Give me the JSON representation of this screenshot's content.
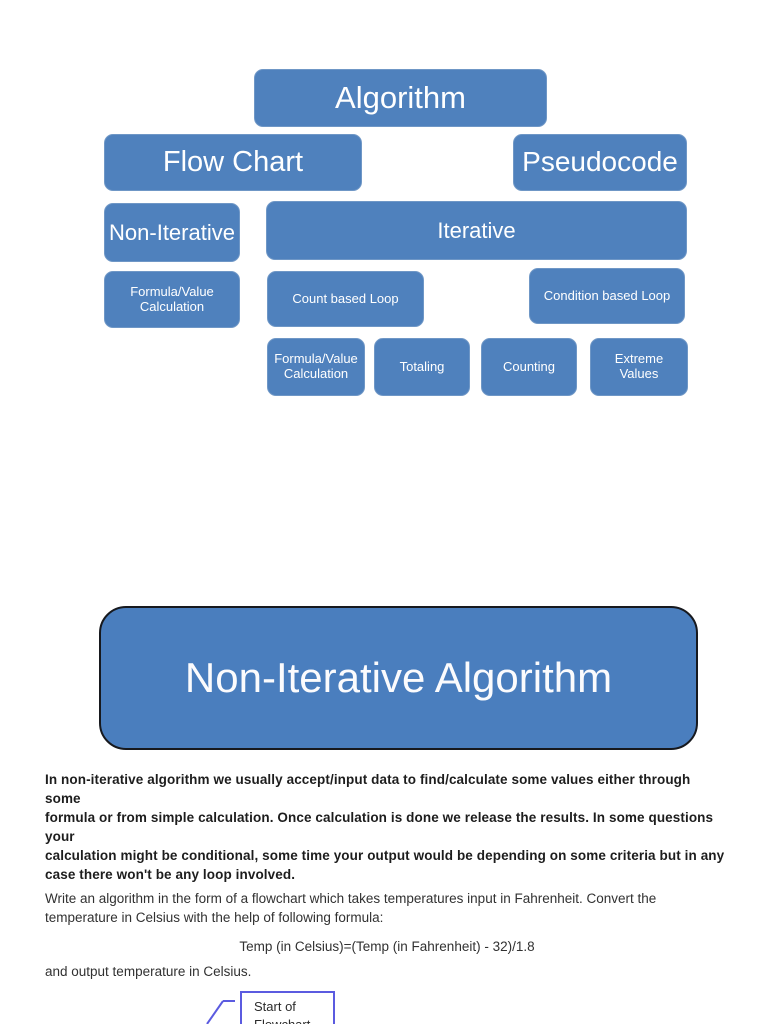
{
  "colors": {
    "box_blue": "#4f81bd",
    "box_border": "#6f97c6",
    "hero_fill": "#4a7ebe",
    "hero_border": "#17191e",
    "flowchart_border": "#5b5be0"
  },
  "diagram": {
    "boxes": {
      "algorithm": {
        "label": "Algorithm"
      },
      "flow_chart": {
        "label": "Flow Chart"
      },
      "pseudocode": {
        "label": "Pseudocode"
      },
      "non_iterative": {
        "label": "Non-Iterative"
      },
      "iterative": {
        "label": "Iterative"
      },
      "formula_value_1": {
        "label": "Formula/Value Calculation"
      },
      "count_based_loop": {
        "label": "Count based Loop"
      },
      "condition_based_loop": {
        "label": "Condition based Loop"
      },
      "formula_value_2": {
        "label": "Formula/Value Calculation"
      },
      "totaling": {
        "label": "Totaling"
      },
      "counting": {
        "label": "Counting"
      },
      "extreme_values": {
        "label": "Extreme Values"
      }
    }
  },
  "hero": {
    "title": "Non-Iterative Algorithm"
  },
  "body": {
    "p1_lines": [
      "In non-iterative algorithm we usually accept/input data to find/calculate some values either through some",
      "formula or from simple calculation. Once calculation is done we release the results. In some questions your",
      "calculation might be conditional, some time your output would be depending on some criteria but in any",
      "case there won't be any loop involved."
    ],
    "p2_lines": [
      "Write an algorithm in the form of a flowchart which takes temperatures input in Fahrenheit. Convert the",
      "temperature in Celsius with the help of following formula:"
    ],
    "formula": "Temp (in Celsius)=(Temp (in Fahrenheit) - 32)/1.8",
    "p3": "and output temperature in Celsius.",
    "flowchart_start": "Start of Flowchart"
  }
}
